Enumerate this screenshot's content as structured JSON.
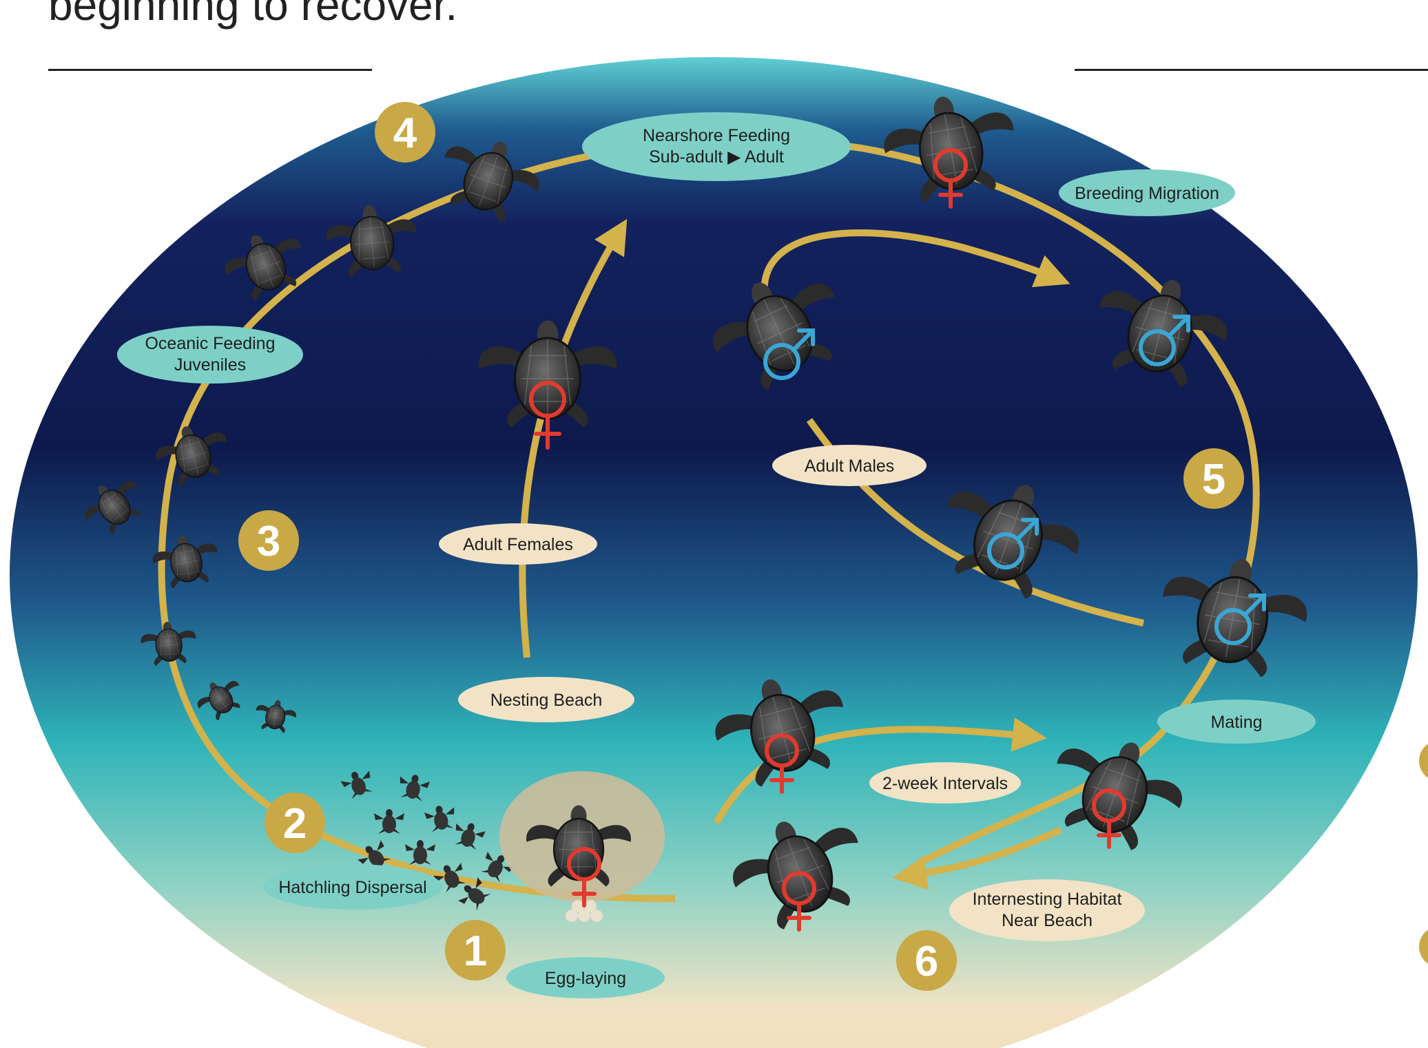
{
  "page": {
    "intro_text_fragment": "beginning to recover."
  },
  "colors": {
    "ocean_deep": "#0e1a4d",
    "ocean_light": "#2fb3b8",
    "sand": "#f2e3c4",
    "path_gold": "#d4b24c",
    "badge_gold": "#c9a846",
    "bubble_teal": "#7ed0c7",
    "bubble_tan": "#f2e3c6",
    "female_symbol": "#e23a2e",
    "male_symbol": "#3aa6d6"
  },
  "stages": [
    {
      "number": "1",
      "label": "Egg-laying"
    },
    {
      "number": "2",
      "label": "Hatchling Dispersal"
    },
    {
      "number": "3",
      "label": "Oceanic Feeding Juveniles"
    },
    {
      "number": "4",
      "label": "Nearshore Feeding Sub-adult ▶ Adult"
    },
    {
      "number": "5",
      "label": "Breeding Migration"
    },
    {
      "number": "6",
      "label": "Internesting Habitat Near Beach"
    }
  ],
  "labels": {
    "oceanic_line1": "Oceanic Feeding",
    "oceanic_line2": "Juveniles",
    "nearshore_line1": "Nearshore Feeding",
    "nearshore_line2": "Sub-adult ▶ Adult",
    "breeding_migration": "Breeding Migration",
    "adult_females": "Adult Females",
    "adult_males": "Adult Males",
    "nesting_beach": "Nesting Beach",
    "mating": "Mating",
    "two_week": "2-week Intervals",
    "internesting_line1": "Internesting Habitat",
    "internesting_line2": "Near Beach",
    "hatchling_dispersal": "Hatchling Dispersal",
    "egg_laying": "Egg-laying"
  },
  "symbols": {
    "female": "female-symbol",
    "male": "male-symbol"
  }
}
